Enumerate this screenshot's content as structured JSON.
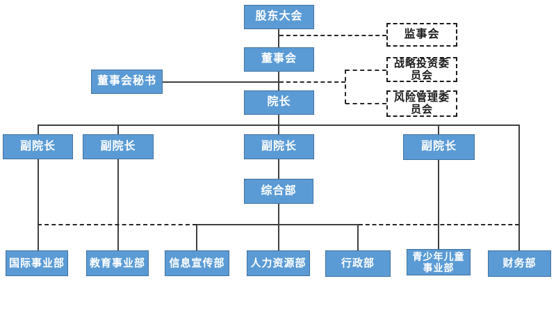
{
  "diagram": {
    "type": "org-chart",
    "nodes": {
      "shareholders": {
        "label": "股东大会",
        "style": "solid"
      },
      "supervisory": {
        "label": "监事会",
        "style": "dashed"
      },
      "board": {
        "label": "董事会",
        "style": "solid"
      },
      "strategy_committee": {
        "label": "战略投资委\n员会",
        "style": "dashed"
      },
      "risk_committee": {
        "label": "风险管理委\n员会",
        "style": "dashed"
      },
      "board_secretary": {
        "label": "董事会秘书",
        "style": "solid"
      },
      "dean": {
        "label": "院长",
        "style": "solid"
      },
      "vice_dean_1": {
        "label": "副院长",
        "style": "solid"
      },
      "vice_dean_2": {
        "label": "副院长",
        "style": "solid"
      },
      "vice_dean_3": {
        "label": "副院长",
        "style": "solid"
      },
      "vice_dean_4": {
        "label": "副院长",
        "style": "solid"
      },
      "general_dept": {
        "label": "综合部",
        "style": "solid"
      },
      "intl_dept": {
        "label": "国际事业部",
        "style": "solid"
      },
      "education_dept": {
        "label": "教育事业部",
        "style": "solid"
      },
      "info_publicity_dept": {
        "label": "信息宣传部",
        "style": "solid"
      },
      "hr_dept": {
        "label": "人力资源部",
        "style": "solid"
      },
      "admin_dept": {
        "label": "行政部",
        "style": "solid"
      },
      "youth_children_dept": {
        "label": "青少年儿童\n事业部",
        "style": "solid"
      },
      "finance_dept": {
        "label": "财务部",
        "style": "solid"
      }
    },
    "colors": {
      "background": "#FFFFFF",
      "node_fill": "#5B9BD5",
      "node_border": "#41719C",
      "node_text": "#FFFFFF",
      "dashed_fill": "#FFFFFF",
      "dashed_border": "#1A1A1A",
      "dashed_text": "#1A1A1A",
      "connector_solid": "#3F3F3F",
      "connector_dashed": "#262626"
    }
  }
}
